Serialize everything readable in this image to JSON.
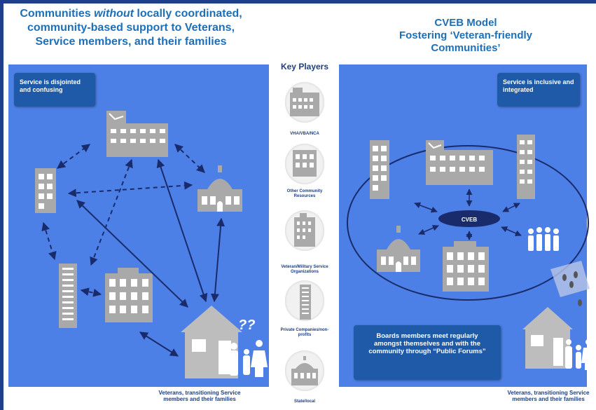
{
  "titles": {
    "left_pre": "Communities ",
    "left_em": "without",
    "left_post": " locally coordinated, community-based support to Veterans, Service members, and their families",
    "right_line1": "CVEB Model",
    "right_line2": "Fostering ‘Veteran-friendly",
    "right_line3": "Communities’"
  },
  "callouts": {
    "left": "Service is disjointed and confusing",
    "right": "Service is inclusive and integrated",
    "bottom": "Boards members meet regularly amongst themselves and with the community through “Public Forums”"
  },
  "key_players": {
    "title": "Key Players",
    "items": [
      {
        "label": "VHA/VBA/NCA",
        "icon": "federal-building-icon"
      },
      {
        "label": "Other Community Resources",
        "icon": "community-building-icon"
      },
      {
        "label": "Veteran/Military Service Organizations",
        "icon": "office-building-icon"
      },
      {
        "label": "Private Companies/non-profits",
        "icon": "tower-icon"
      },
      {
        "label": "State/local",
        "icon": "capitol-icon"
      }
    ]
  },
  "center_node": "CVEB",
  "question_marks": "??",
  "captions": {
    "left": "Veterans, transitioning Service members and their families",
    "right": "Veterans, transitioning Service members and their families"
  },
  "colors": {
    "panel_blue": "#4d80e6",
    "callout_blue": "#1e5aa8",
    "title_blue": "#1d6fb8",
    "dark_navy": "#1a2b6b",
    "building_gray": "#a9a9a9"
  }
}
